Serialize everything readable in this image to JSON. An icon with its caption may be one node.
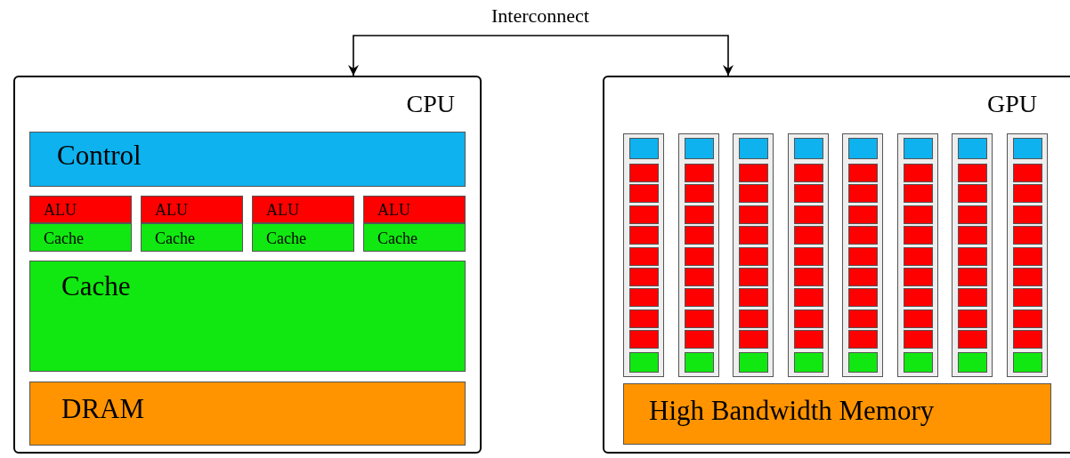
{
  "diagram": {
    "nodes": [
      {
        "text": [
          "Interconnect"
        ]
      },
      {
        "text": [
          "CPU"
        ]
      },
      {
        "text": [
          "Control"
        ],
        "in": 1
      },
      {
        "text": [
          "ALU"
        ],
        "in": 1
      },
      {
        "text": [
          "ALU"
        ],
        "in": 1
      },
      {
        "text": [
          "ALU"
        ],
        "in": 1
      },
      {
        "text": [
          "ALU"
        ],
        "in": 1
      },
      {
        "text": [
          "Cache"
        ],
        "in": 1
      },
      {
        "text": [
          "Cache"
        ],
        "in": 1
      },
      {
        "text": [
          "Cache"
        ],
        "in": 1
      },
      {
        "text": [
          "Cache"
        ],
        "in": 1
      },
      {
        "text": [
          "Cache"
        ],
        "in": 1
      },
      {
        "text": [
          "DRAM"
        ],
        "in": 1
      },
      {
        "text": [
          "GPU"
        ]
      },
      {
        "text": [],
        "shape": "box",
        "in": 13
      },
      {
        "text": [],
        "shape": "box",
        "in": 13
      },
      {
        "text": [],
        "shape": "box",
        "in": 13
      },
      {
        "text": [],
        "shape": "box",
        "in": 13
      },
      {
        "text": [],
        "shape": "box",
        "in": 13
      },
      {
        "text": [],
        "shape": "box",
        "in": 13
      },
      {
        "text": [],
        "shape": "box",
        "in": 13
      },
      {
        "text": [],
        "shape": "box",
        "in": 13
      },
      {
        "text": [],
        "shape": "box",
        "in": 14
      },
      {
        "text": [],
        "shape": "box",
        "in": 14
      },
      {
        "text": [],
        "shape": "box",
        "in": 14
      },
      {
        "text": [],
        "shape": "box",
        "in": 14
      },
      {
        "text": [],
        "shape": "box",
        "in": 14
      },
      {
        "text": [],
        "shape": "box",
        "in": 14
      },
      {
        "text": [],
        "shape": "box",
        "in": 14
      },
      {
        "text": [],
        "shape": "box",
        "in": 14
      },
      {
        "text": [],
        "shape": "box",
        "in": 14
      },
      {
        "text": [],
        "shape": "box",
        "in": 14
      },
      {
        "text": [],
        "shape": "box",
        "in": 14
      },
      {
        "text": [],
        "shape": "box",
        "in": 15
      },
      {
        "text": [],
        "shape": "box",
        "in": 15
      },
      {
        "text": [],
        "shape": "box",
        "in": 15
      },
      {
        "text": [],
        "shape": "box",
        "in": 15
      },
      {
        "text": [],
        "shape": "box",
        "in": 15
      },
      {
        "text": [],
        "shape": "box",
        "in": 15
      },
      {
        "text": [],
        "shape": "box",
        "in": 15
      },
      {
        "text": [],
        "shape": "box",
        "in": 15
      },
      {
        "text": [],
        "shape": "box",
        "in": 15
      },
      {
        "text": [],
        "shape": "box",
        "in": 15
      },
      {
        "text": [],
        "shape": "box",
        "in": 15
      },
      {
        "text": [],
        "shape": "box",
        "in": 16
      },
      {
        "text": [],
        "shape": "box",
        "in": 16
      },
      {
        "text": [],
        "shape": "box",
        "in": 16
      },
      {
        "text": [],
        "shape": "box",
        "in": 16
      },
      {
        "text": [],
        "shape": "box",
        "in": 16
      },
      {
        "text": [],
        "shape": "box",
        "in": 16
      },
      {
        "text": [],
        "shape": "box",
        "in": 16
      },
      {
        "text": [],
        "shape": "box",
        "in": 16
      },
      {
        "text": [],
        "shape": "box",
        "in": 16
      },
      {
        "text": [],
        "shape": "box",
        "in": 16
      },
      {
        "text": [],
        "shape": "box",
        "in": 16
      },
      {
        "text": [],
        "shape": "box",
        "in": 17
      },
      {
        "text": [],
        "shape": "box",
        "in": 17
      },
      {
        "text": [],
        "shape": "box",
        "in": 17
      },
      {
        "text": [],
        "shape": "box",
        "in": 17
      },
      {
        "text": [],
        "shape": "box",
        "in": 17
      },
      {
        "text": [],
        "shape": "box",
        "in": 17
      },
      {
        "text": [],
        "shape": "box",
        "in": 17
      },
      {
        "text": [],
        "shape": "box",
        "in": 17
      },
      {
        "text": [],
        "shape": "box",
        "in": 17
      },
      {
        "text": [],
        "shape": "box",
        "in": 17
      },
      {
        "text": [],
        "shape": "box",
        "in": 17
      },
      {
        "text": [],
        "shape": "box",
        "in": 18
      },
      {
        "text": [],
        "shape": "box",
        "in": 18
      },
      {
        "text": [],
        "shape": "box",
        "in": 18
      },
      {
        "text": [],
        "shape": "box",
        "in": 18
      },
      {
        "text": [],
        "shape": "box",
        "in": 18
      },
      {
        "text": [],
        "shape": "box",
        "in": 18
      },
      {
        "text": [],
        "shape": "box",
        "in": 18
      },
      {
        "text": [],
        "shape": "box",
        "in": 18
      },
      {
        "text": [],
        "shape": "box",
        "in": 18
      },
      {
        "text": [],
        "shape": "box",
        "in": 18
      },
      {
        "text": [],
        "shape": "box",
        "in": 18
      },
      {
        "text": [],
        "shape": "box",
        "in": 19
      },
      {
        "text": [],
        "shape": "box",
        "in": 19
      },
      {
        "text": [],
        "shape": "box",
        "in": 19
      },
      {
        "text": [],
        "shape": "box",
        "in": 19
      },
      {
        "text": [],
        "shape": "box",
        "in": 19
      },
      {
        "text": [],
        "shape": "box",
        "in": 19
      },
      {
        "text": [],
        "shape": "box",
        "in": 19
      },
      {
        "text": [],
        "shape": "box",
        "in": 19
      },
      {
        "text": [],
        "shape": "box",
        "in": 19
      },
      {
        "text": [],
        "shape": "box",
        "in": 19
      },
      {
        "text": [],
        "shape": "box",
        "in": 19
      },
      {
        "text": [],
        "shape": "box",
        "in": 20
      },
      {
        "text": [],
        "shape": "box",
        "in": 20
      },
      {
        "text": [],
        "shape": "box",
        "in": 20
      },
      {
        "text": [],
        "shape": "box",
        "in": 20
      },
      {
        "text": [],
        "shape": "box",
        "in": 20
      },
      {
        "text": [],
        "shape": "box",
        "in": 20
      },
      {
        "text": [],
        "shape": "box",
        "in": 20
      },
      {
        "text": [],
        "shape": "box",
        "in": 20
      },
      {
        "text": [],
        "shape": "box",
        "in": 20
      },
      {
        "text": [],
        "shape": "box",
        "in": 20
      },
      {
        "text": [],
        "shape": "box",
        "in": 20
      },
      {
        "text": [],
        "shape": "box",
        "in": 21
      },
      {
        "text": [],
        "shape": "box",
        "in": 21
      },
      {
        "text": [],
        "shape": "box",
        "in": 21
      },
      {
        "text": [],
        "shape": "box",
        "in": 21
      },
      {
        "text": [],
        "shape": "box",
        "in": 21
      },
      {
        "text": [],
        "shape": "box",
        "in": 21
      },
      {
        "text": [],
        "shape": "box",
        "in": 21
      },
      {
        "text": [],
        "shape": "box",
        "in": 21
      },
      {
        "text": [],
        "shape": "box",
        "in": 21
      },
      {
        "text": [],
        "shape": "box",
        "in": 21
      },
      {
        "text": [],
        "shape": "box",
        "in": 21
      },
      {
        "text": [
          "High Bandwidth Memory"
        ],
        "in": 13
      }
    ],
    "edges": [
      {
        "from": 0,
        "to": 1,
        "arrow": "to"
      },
      {
        "from": 0,
        "to": 13,
        "arrow": "to"
      }
    ]
  }
}
